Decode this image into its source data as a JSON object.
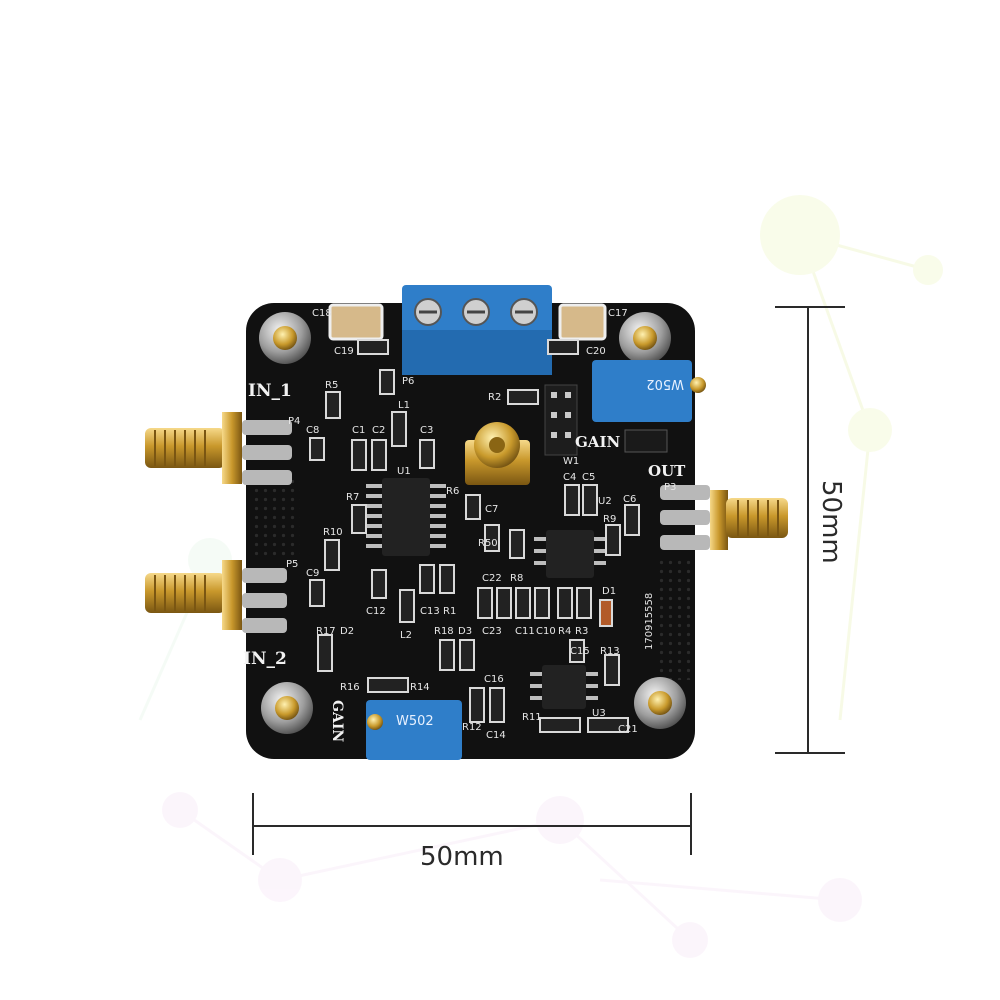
{
  "dimensions": {
    "width_label": "50mm",
    "height_label": "50mm"
  },
  "silkscreen": {
    "in1": "IN_1",
    "in2": "IN_2",
    "out": "OUT",
    "gain_top": "GAIN",
    "gain_left": "GAIN",
    "p3": "P3",
    "p4": "P4",
    "p5": "P5",
    "p6": "P6",
    "c18": "C18",
    "c17": "C17",
    "c19": "C19",
    "c20": "C20",
    "r5": "R5",
    "r2": "R2",
    "l1": "L1",
    "c1": "C1",
    "c2": "C2",
    "c3": "C3",
    "c8": "C8",
    "u1": "U1",
    "r6": "R6",
    "c7": "C7",
    "r7": "R7",
    "r10": "R10",
    "c9": "C9",
    "c4": "C4",
    "c5": "C5",
    "u2": "U2",
    "c6": "C6",
    "r9": "R9",
    "w1": "W1",
    "r50": "R50",
    "c22": "C22",
    "r8": "R8",
    "c12": "C12",
    "c13": "C13",
    "r1": "R1",
    "l2": "L2",
    "c23": "C23",
    "c11": "C11",
    "c10": "C10",
    "r4": "R4",
    "r3": "R3",
    "d1": "D1",
    "r17": "R17",
    "d2": "D2",
    "r18": "R18",
    "d3": "D3",
    "c15": "C15",
    "r13": "R13",
    "r16": "R16",
    "r14": "R14",
    "c16": "C16",
    "r12": "R12",
    "c14": "C14",
    "r11": "R11",
    "u3": "U3",
    "c21": "C21",
    "serial": "170915558"
  },
  "trimmer_marking": "W502"
}
